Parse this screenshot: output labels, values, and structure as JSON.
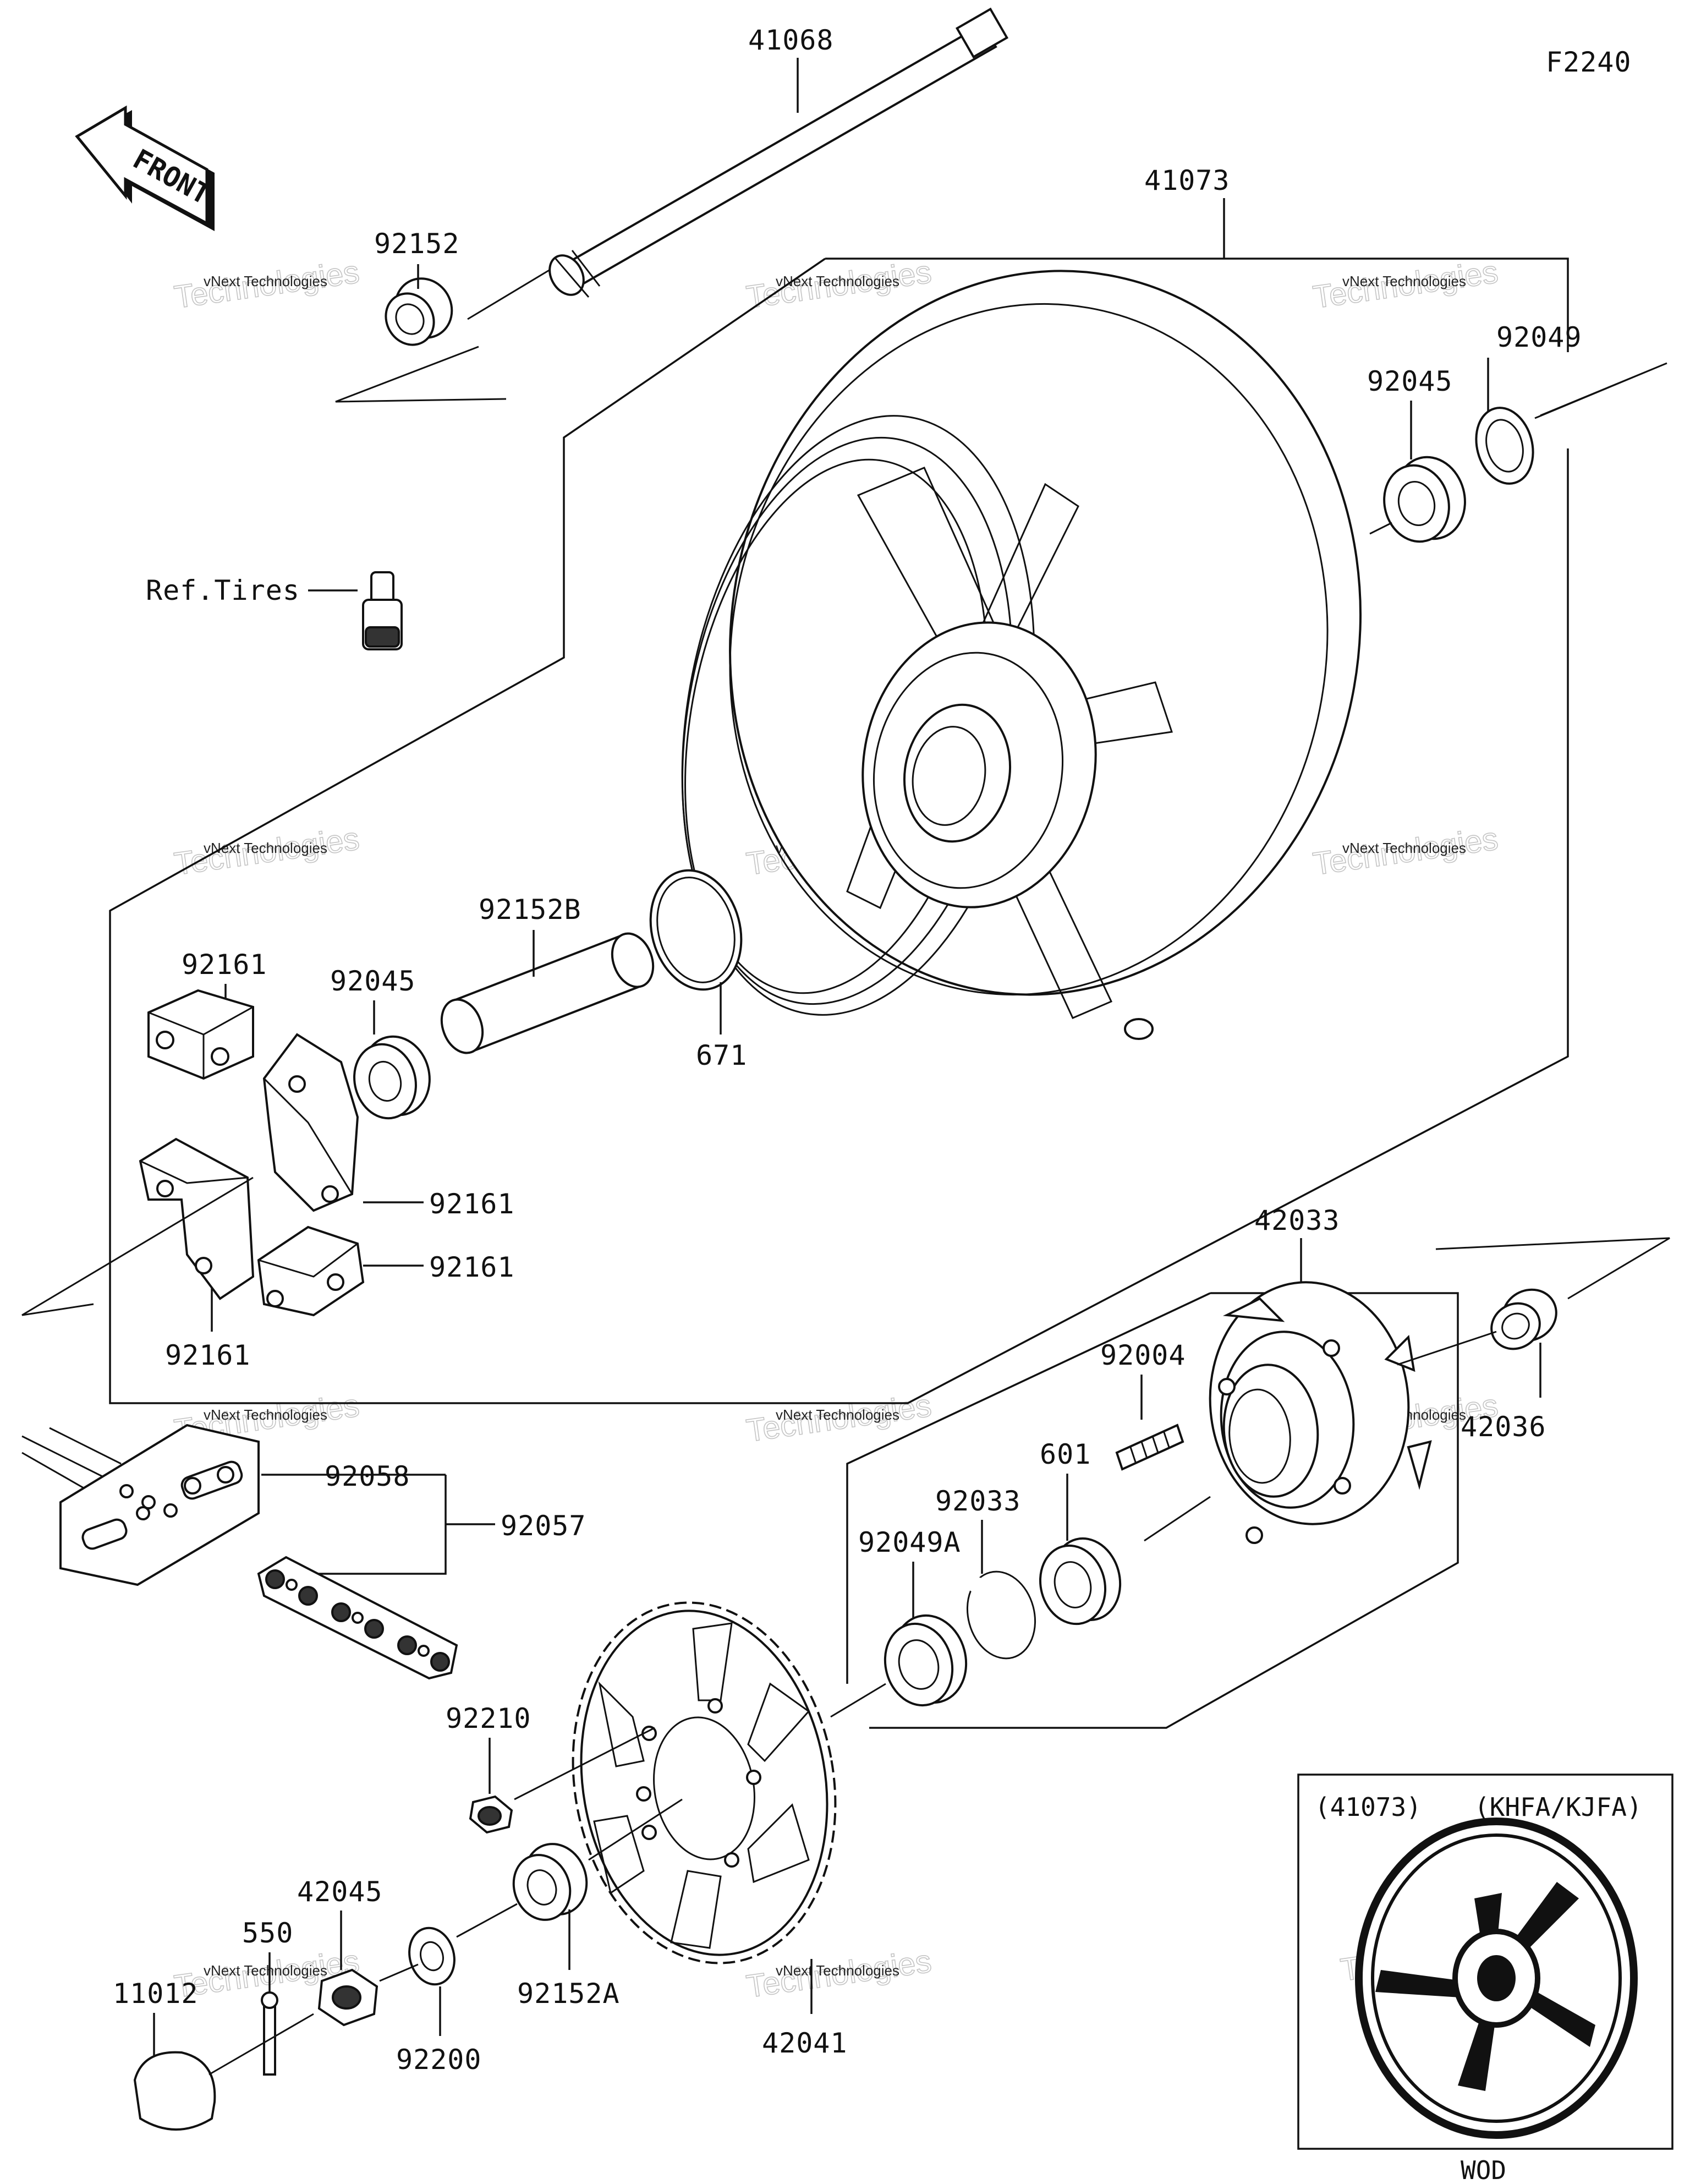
{
  "figure_code": "F2240",
  "front_label": "FRONT",
  "parts": [
    {
      "number": "41068"
    },
    {
      "number": "92152"
    },
    {
      "number": "41073"
    },
    {
      "number": "92049"
    },
    {
      "number": "92045"
    },
    {
      "number": "Ref.Tires"
    },
    {
      "number": "92152B"
    },
    {
      "number": "92161"
    },
    {
      "number": "92045"
    },
    {
      "number": "671"
    },
    {
      "number": "92161"
    },
    {
      "number": "92161"
    },
    {
      "number": "92161"
    },
    {
      "number": "42033"
    },
    {
      "number": "92004"
    },
    {
      "number": "42036"
    },
    {
      "number": "92058"
    },
    {
      "number": "92057"
    },
    {
      "number": "92033"
    },
    {
      "number": "601"
    },
    {
      "number": "92049A"
    },
    {
      "number": "92210"
    },
    {
      "number": "42045"
    },
    {
      "number": "550"
    },
    {
      "number": "11012"
    },
    {
      "number": "92200"
    },
    {
      "number": "92152A"
    },
    {
      "number": "42041"
    }
  ],
  "inset": {
    "ref": "(41073)",
    "models": "(KHFA/KJFA)",
    "caption": "WOD"
  },
  "watermark": {
    "line1": "vNext Technologies",
    "line2": "Technologies"
  }
}
